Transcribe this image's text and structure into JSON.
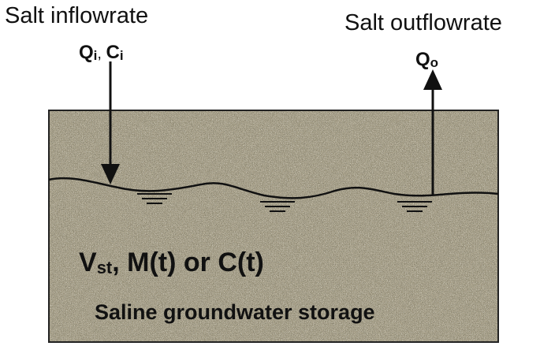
{
  "inflow": {
    "title": "Salt inflowrate",
    "q_main": "Q",
    "q_sub": "i",
    "sep": ", ",
    "c_main": "C",
    "c_sub": "i"
  },
  "outflow": {
    "title": "Salt outflowrate",
    "q_main": "Q",
    "q_sub": "o"
  },
  "storage": {
    "v_main": "V",
    "v_sub": "st",
    "v_rest": ", M(t) or C(t)",
    "caption": "Saline groundwater storage"
  },
  "colors": {
    "sediment": "#a8a088",
    "water_line": "#111111",
    "box_border": "#222222"
  }
}
